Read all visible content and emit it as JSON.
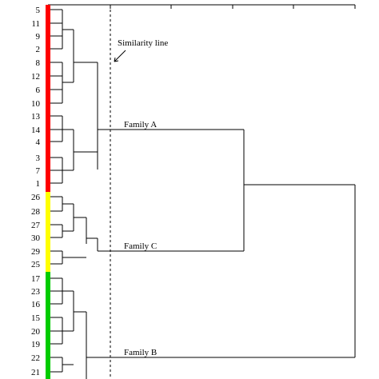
{
  "leaves": [
    "5",
    "11",
    "9",
    "2",
    "8",
    "12",
    "6",
    "10",
    "13",
    "14",
    "4",
    "3",
    "7",
    "1",
    "26",
    "28",
    "27",
    "30",
    "29",
    "25",
    "17",
    "23",
    "16",
    "15",
    "20",
    "19",
    "22",
    "21"
  ],
  "annotations": {
    "similarity_line": "Similarity line",
    "family_a": "Family A",
    "family_b": "Family B",
    "family_c": "Family C"
  },
  "group_colors": {
    "family_a": "#ff0000",
    "family_c": "#ffff00",
    "family_b": "#00cc00"
  }
}
